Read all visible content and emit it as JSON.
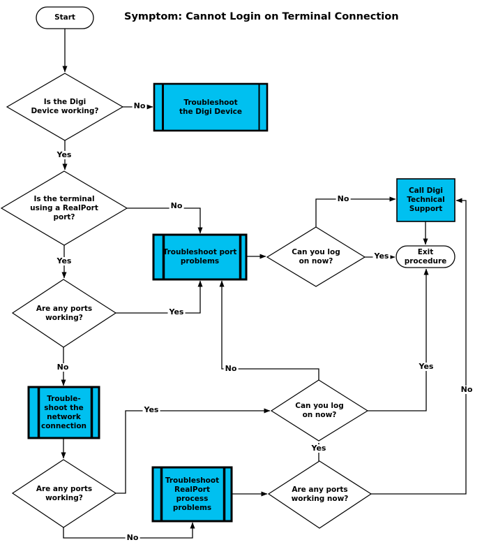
{
  "title": "Symptom: Cannot Login on Terminal Connection",
  "colors": {
    "process_fill": "#00C0F0",
    "decision_fill": "#FFFFFF",
    "line": "#000000",
    "background": "#FFFFFF"
  },
  "flowchart": {
    "nodes": {
      "start": {
        "type": "terminator",
        "lines": [
          "Start"
        ]
      },
      "is_digi_device_working": {
        "type": "decision",
        "lines": [
          "Is the Digi",
          "Device working?"
        ]
      },
      "troubleshoot_digi_device": {
        "type": "process",
        "lines": [
          "Troubleshoot",
          "the Digi Device"
        ]
      },
      "is_terminal_using_realport": {
        "type": "decision",
        "lines": [
          "Is the terminal",
          "using a RealPort",
          "port?"
        ]
      },
      "troubleshoot_port_problems": {
        "type": "process",
        "lines": [
          "Troubleshoot port",
          "problems"
        ]
      },
      "are_any_ports_working_1": {
        "type": "decision",
        "lines": [
          "Are any ports",
          "working?"
        ]
      },
      "troubleshoot_network_connection": {
        "type": "process",
        "lines": [
          "Trouble-",
          "shoot the",
          "network",
          "connection"
        ]
      },
      "are_any_ports_working_2": {
        "type": "decision",
        "lines": [
          "Are any ports",
          "working?"
        ]
      },
      "troubleshoot_realport_process": {
        "type": "process",
        "lines": [
          "Troubleshoot",
          "RealPort",
          "process",
          "problems"
        ]
      },
      "can_you_log_on_now_1": {
        "type": "decision",
        "lines": [
          "Can you log",
          "on now?"
        ]
      },
      "can_you_log_on_now_2": {
        "type": "decision",
        "lines": [
          "Can you log",
          "on now?"
        ]
      },
      "are_any_ports_working_now": {
        "type": "decision",
        "lines": [
          "Are any ports",
          "working now?"
        ]
      },
      "call_digi_technical_support": {
        "type": "process",
        "lines": [
          "Call Digi",
          "Technical",
          "Support"
        ]
      },
      "exit_procedure": {
        "type": "terminator",
        "lines": [
          "Exit",
          "procedure"
        ]
      }
    },
    "edges": {
      "start_flow": {
        "from": "start",
        "to": "is_digi_device_working",
        "label": ""
      },
      "digi_no": {
        "from": "is_digi_device_working",
        "to": "troubleshoot_digi_device",
        "label": "No"
      },
      "digi_yes": {
        "from": "is_digi_device_working",
        "to": "is_terminal_using_realport",
        "label": "Yes"
      },
      "realport_no": {
        "from": "is_terminal_using_realport",
        "to": "troubleshoot_port_problems",
        "label": "No"
      },
      "realport_yes": {
        "from": "is_terminal_using_realport",
        "to": "are_any_ports_working_1",
        "label": "Yes"
      },
      "ports1_yes": {
        "from": "are_any_ports_working_1",
        "to": "troubleshoot_port_problems",
        "label": "Yes"
      },
      "ports1_no": {
        "from": "are_any_ports_working_1",
        "to": "troubleshoot_network_connection",
        "label": "No"
      },
      "network_flow": {
        "from": "troubleshoot_network_connection",
        "to": "are_any_ports_working_2",
        "label": ""
      },
      "ports2_yes": {
        "from": "are_any_ports_working_2",
        "to": "can_you_log_on_now_2",
        "label": "Yes"
      },
      "ports2_no": {
        "from": "are_any_ports_working_2",
        "to": "troubleshoot_realport_process",
        "label": "No"
      },
      "realport_process_flow": {
        "from": "troubleshoot_realport_process",
        "to": "are_any_ports_working_now",
        "label": ""
      },
      "portsnow_yes": {
        "from": "are_any_ports_working_now",
        "to": "can_you_log_on_now_2",
        "label": "Yes"
      },
      "portsnow_no": {
        "from": "are_any_ports_working_now",
        "to": "call_digi_technical_support",
        "label": "No"
      },
      "logon2_no": {
        "from": "can_you_log_on_now_2",
        "to": "troubleshoot_port_problems",
        "label": "No"
      },
      "logon2_yes": {
        "from": "can_you_log_on_now_2",
        "to": "exit_procedure",
        "label": "Yes"
      },
      "port_problems_flow": {
        "from": "troubleshoot_port_problems",
        "to": "can_you_log_on_now_1",
        "label": ""
      },
      "logon1_no": {
        "from": "can_you_log_on_now_1",
        "to": "call_digi_technical_support",
        "label": "No"
      },
      "logon1_yes": {
        "from": "can_you_log_on_now_1",
        "to": "exit_procedure",
        "label": "Yes"
      },
      "support_flow": {
        "from": "call_digi_technical_support",
        "to": "exit_procedure",
        "label": ""
      }
    }
  }
}
